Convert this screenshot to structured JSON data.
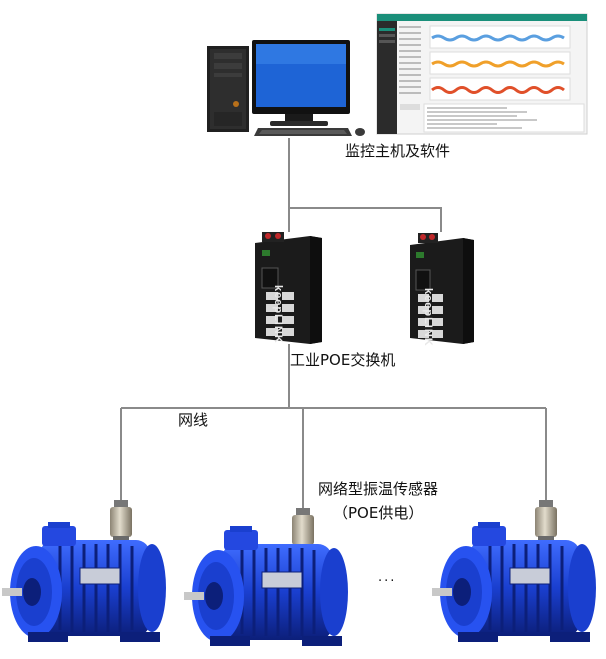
{
  "labels": {
    "host": "监控主机及软件",
    "switch": "工业POE交换机",
    "cable": "网线",
    "sensor_line1": "网络型振温传感器",
    "sensor_line2": "（POE供电）",
    "ellipsis": "···"
  },
  "switch_brand": "keepLINK",
  "colors": {
    "line": "#8a8a8a",
    "motor_blue": "#1a3fcf",
    "motor_dark": "#0c1f7a",
    "switch_body": "#1b1b1b",
    "screen_blue": "#1e64d6",
    "sensor_metal": "#b8b0a0"
  }
}
